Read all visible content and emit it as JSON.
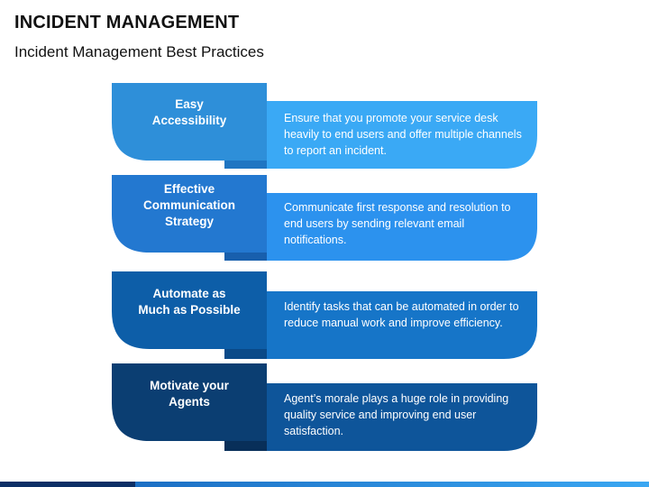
{
  "title": "INCIDENT MANAGEMENT",
  "subtitle": "Incident Management Best Practices",
  "items": [
    {
      "title": "Easy\nAccessibility",
      "description": "Ensure that you promote your service desk heavily to end users and offer multiple channels to report an incident.",
      "left_color": "#2e8fd9",
      "right_color": "#3aa9f5",
      "tab_color": "#1f75c2"
    },
    {
      "title": "Effective\nCommunication\nStrategy",
      "description": "Communicate first response and resolution to end users by sending relevant email notifications.",
      "left_color": "#2378d0",
      "right_color": "#2c92ee",
      "tab_color": "#185fad"
    },
    {
      "title": "Automate as\nMuch as Possible",
      "description": "Identify tasks that can be automated in order to reduce manual work and improve efficiency.",
      "left_color": "#0d5ea8",
      "right_color": "#1675c8",
      "tab_color": "#0a4a88"
    },
    {
      "title": "Motivate your\nAgents",
      "description": "Agent’s morale plays a huge role in providing quality service and improving end user satisfaction.",
      "left_color": "#0b3e72",
      "right_color": "#0e559a",
      "tab_color": "#082f59"
    }
  ]
}
